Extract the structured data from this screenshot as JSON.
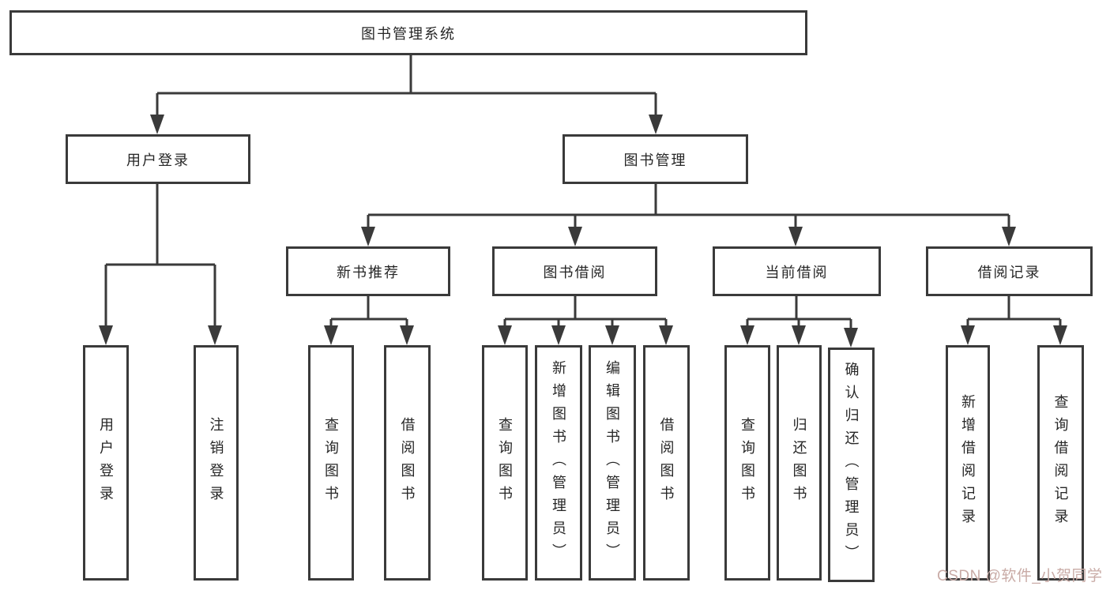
{
  "diagram": {
    "type": "hierarchy-tree",
    "root": {
      "label": "图书管理系统",
      "children": [
        {
          "label": "用户登录",
          "children": [
            {
              "label": "用户登录"
            },
            {
              "label": "注销登录"
            }
          ]
        },
        {
          "label": "图书管理",
          "children": [
            {
              "label": "新书推荐",
              "children": [
                {
                  "label": "查询图书"
                },
                {
                  "label": "借阅图书"
                }
              ]
            },
            {
              "label": "图书借阅",
              "children": [
                {
                  "label": "查询图书"
                },
                {
                  "label": "新增图书（管理员）"
                },
                {
                  "label": "编辑图书（管理员）"
                },
                {
                  "label": "借阅图书"
                }
              ]
            },
            {
              "label": "当前借阅",
              "children": [
                {
                  "label": "查询图书"
                },
                {
                  "label": "归还图书"
                },
                {
                  "label": "确认归还（管理员）"
                }
              ]
            },
            {
              "label": "借阅记录",
              "children": [
                {
                  "label": "新增借阅记录"
                },
                {
                  "label": "查询借阅记录"
                }
              ]
            }
          ]
        }
      ]
    },
    "colors": {
      "background": "#ffffff",
      "line": "#3a3a3a",
      "box_border": "#3a3a3a",
      "box_fill": "#ffffff",
      "text": "#262626",
      "watermark": "#c9aba6"
    },
    "watermark": {
      "text": "CSDN @软件_小贺同学"
    }
  }
}
